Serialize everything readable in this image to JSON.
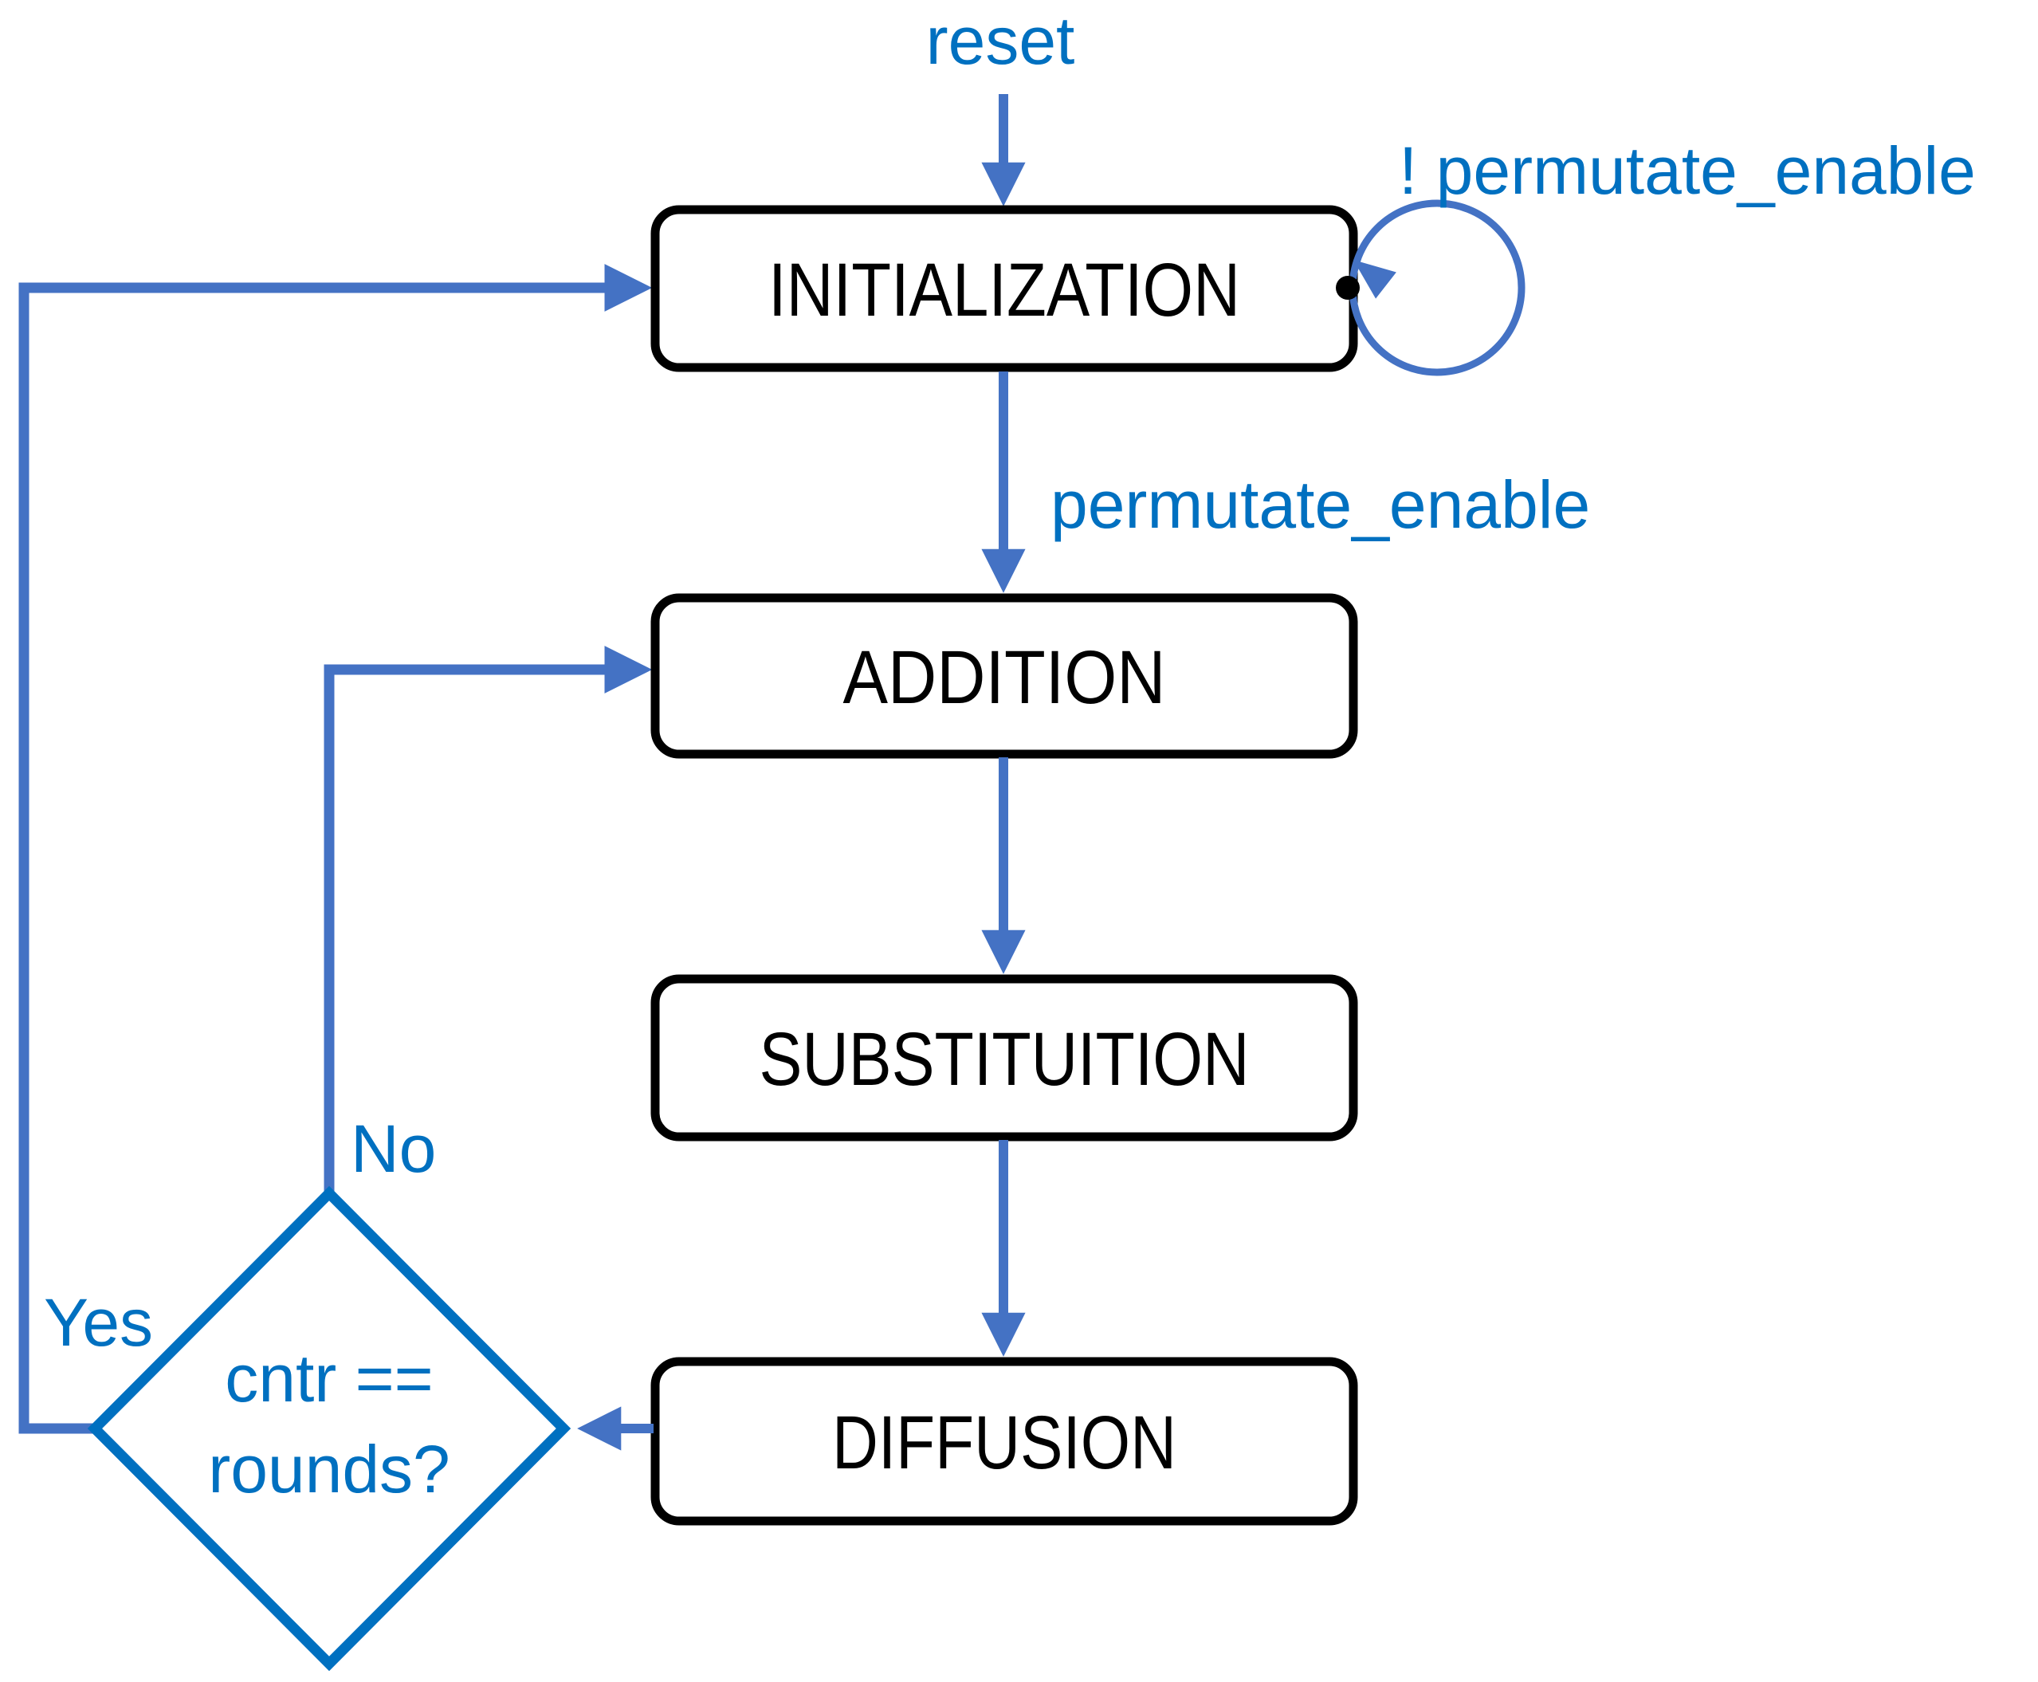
{
  "diagram": {
    "colors": {
      "connector_blue": "#4472C4",
      "accent_blue": "#0070C0",
      "node_border": "#000000",
      "node_fill": "#FFFFFF",
      "background": "#FFFFFF"
    },
    "states": [
      {
        "id": "initialization",
        "label": "INITIALIZATION"
      },
      {
        "id": "addition",
        "label": "ADDITION"
      },
      {
        "id": "substituition",
        "label": "SUBSTITUITION"
      },
      {
        "id": "diffusion",
        "label": "DIFFUSION"
      }
    ],
    "decision": {
      "label_line1": "cntr ==",
      "label_line2": "rounds?",
      "yes_label": "Yes",
      "no_label": "No"
    },
    "edge_labels": {
      "reset": "reset",
      "self_loop": "! permutate_enable",
      "permutate": "permutate_enable"
    }
  }
}
